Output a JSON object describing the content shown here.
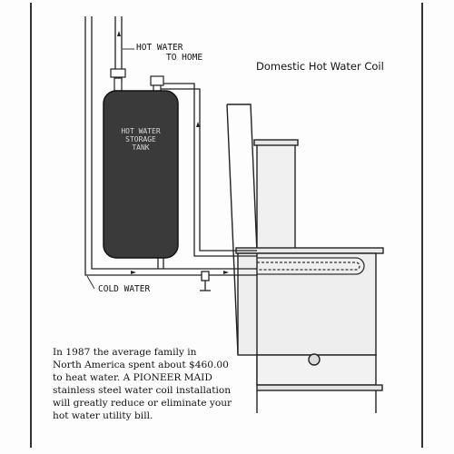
{
  "diagram": {
    "title": "Domestic Hot Water Coil",
    "labels": {
      "hot_water": "HOT WATER",
      "to_home": "TO HOME",
      "cold_water": "COLD WATER",
      "tank_line1": "HOT WATER",
      "tank_line2": "STORAGE",
      "tank_line3": "TANK"
    },
    "caption_lines": [
      "In 1987 the average family in",
      "North America spent about $460.00",
      "to heat water.  A PIONEER MAID",
      "stainless steel water coil installation",
      "will greatly reduce or eliminate your",
      "hot water utility bill."
    ]
  }
}
